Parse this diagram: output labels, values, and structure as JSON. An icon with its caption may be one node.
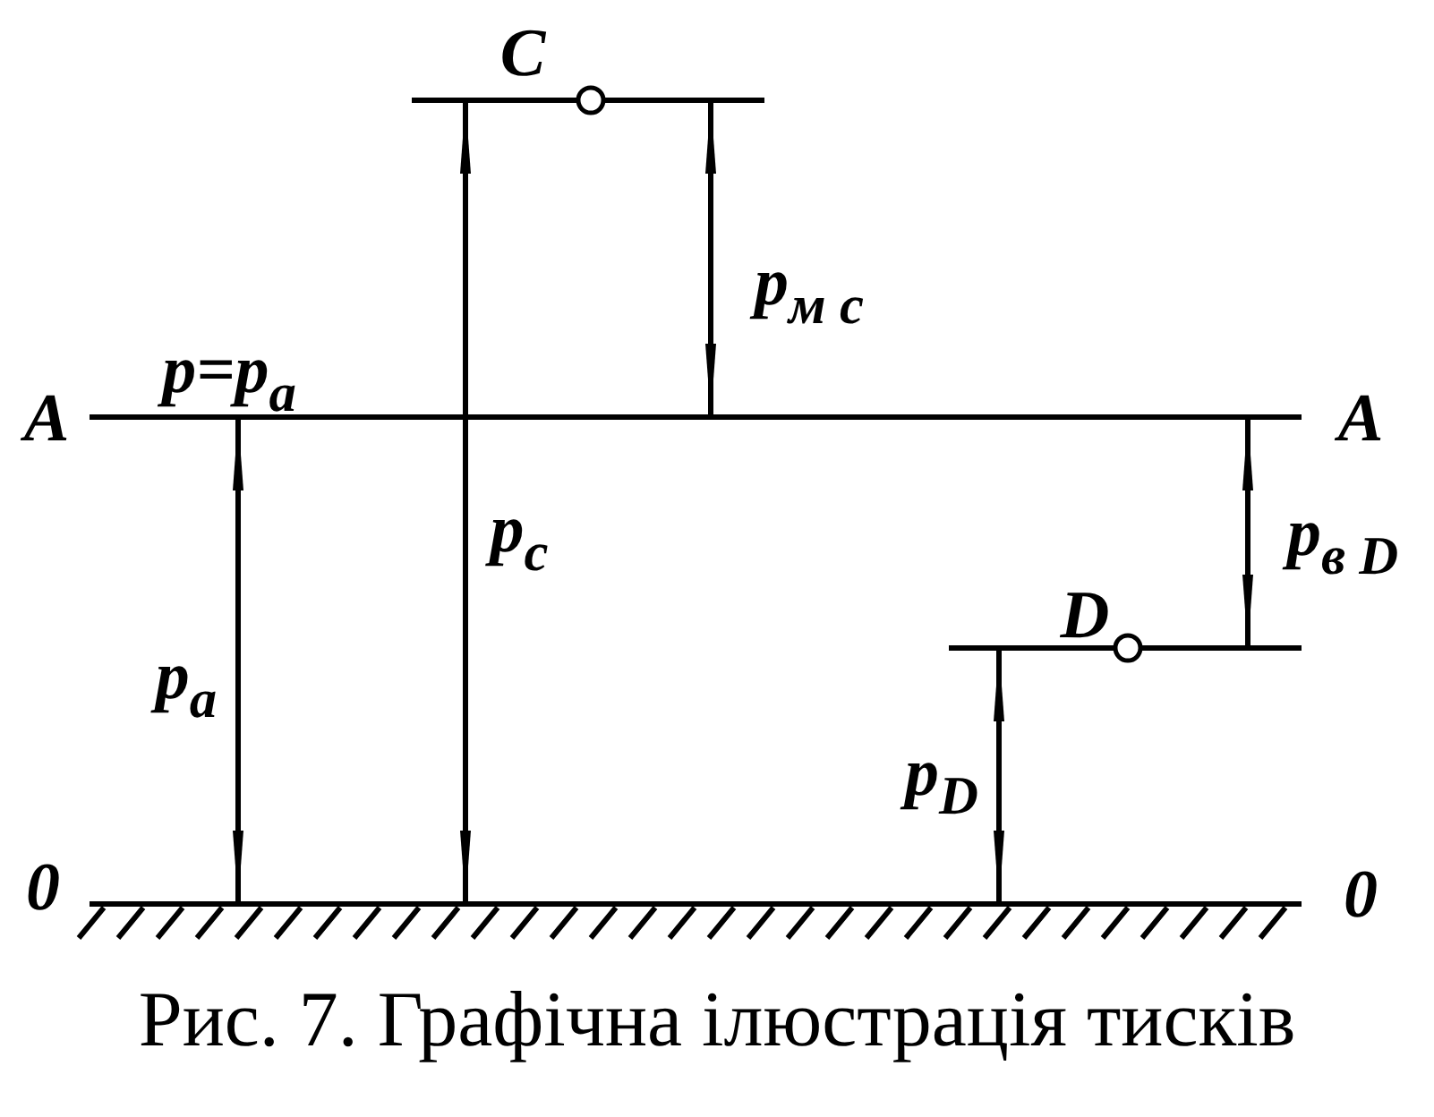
{
  "diagram": {
    "caption": "Рис. 7. Графічна ілюстрація тисків",
    "labels": [
      "C",
      "p$_{м c}$",
      "p=p$_{a}$",
      "A",
      "A",
      "p$_{c}$",
      "p$_{в D}$",
      "D",
      "p$_{a}$",
      "p$_{D}$",
      "0",
      "0"
    ]
  }
}
